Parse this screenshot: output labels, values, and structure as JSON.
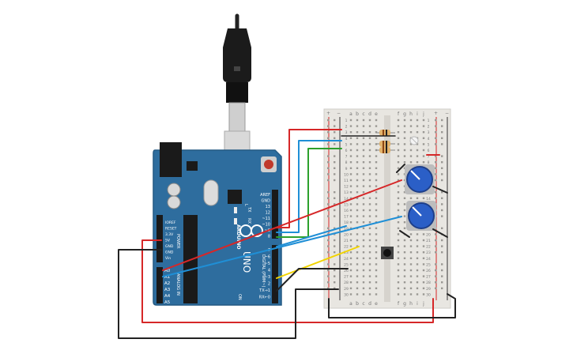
{
  "board": {
    "brand": "ARDUINO",
    "model": "UNO",
    "power_header_label": "POWER",
    "analog_header_label": "ANALOG IN",
    "digital_header_label": "DIGITAL (PWM~)",
    "power_pins": [
      "IOREF",
      "RESET",
      "3.3V",
      "5V",
      "GND",
      "GND",
      "Vin"
    ],
    "analog_pins": [
      "A0",
      "A1",
      "A2",
      "A3",
      "A4",
      "A5"
    ],
    "digital_pins_top": [
      "AREF",
      "GND",
      "13",
      "12",
      "~11",
      "~10",
      "~9",
      "8"
    ],
    "digital_pins_bottom": [
      "7",
      "~6",
      "~5",
      "4",
      "~3",
      "2",
      "TX→1",
      "RX←0"
    ],
    "tx_label": "TX",
    "rx_label": "RX",
    "led_label": "L",
    "on_label": "ON"
  },
  "breadboard": {
    "column_letters_left": [
      "a",
      "b",
      "c",
      "d",
      "e"
    ],
    "column_letters_right": [
      "f",
      "g",
      "h",
      "i",
      "j"
    ],
    "row_numbers": [
      "1",
      "2",
      "3",
      "4",
      "5",
      "6",
      "7",
      "8",
      "9",
      "10",
      "11",
      "12",
      "13",
      "14",
      "15",
      "16",
      "17",
      "18",
      "19",
      "20",
      "21",
      "22",
      "23",
      "24",
      "25",
      "26",
      "27",
      "28",
      "29",
      "30"
    ],
    "rail_plus": "+",
    "rail_minus": "−"
  },
  "wire_colors": {
    "power": "#d62728",
    "ground": "#222222",
    "signal_blue": "#1f8fd6",
    "signal_green": "#2ca02c",
    "signal_yellow": "#f2d400"
  },
  "component_colors": {
    "arduino": "#2e6d9e",
    "breadboard": "#e8e6e1",
    "pot_knob": "#2b5fc7",
    "resistor": "#e2b26a"
  },
  "icons": [
    "usb-cable-icon",
    "arduino-logo-icon",
    "potentiometer-icon",
    "pushbutton-icon",
    "resistor-icon",
    "led-icon"
  ]
}
